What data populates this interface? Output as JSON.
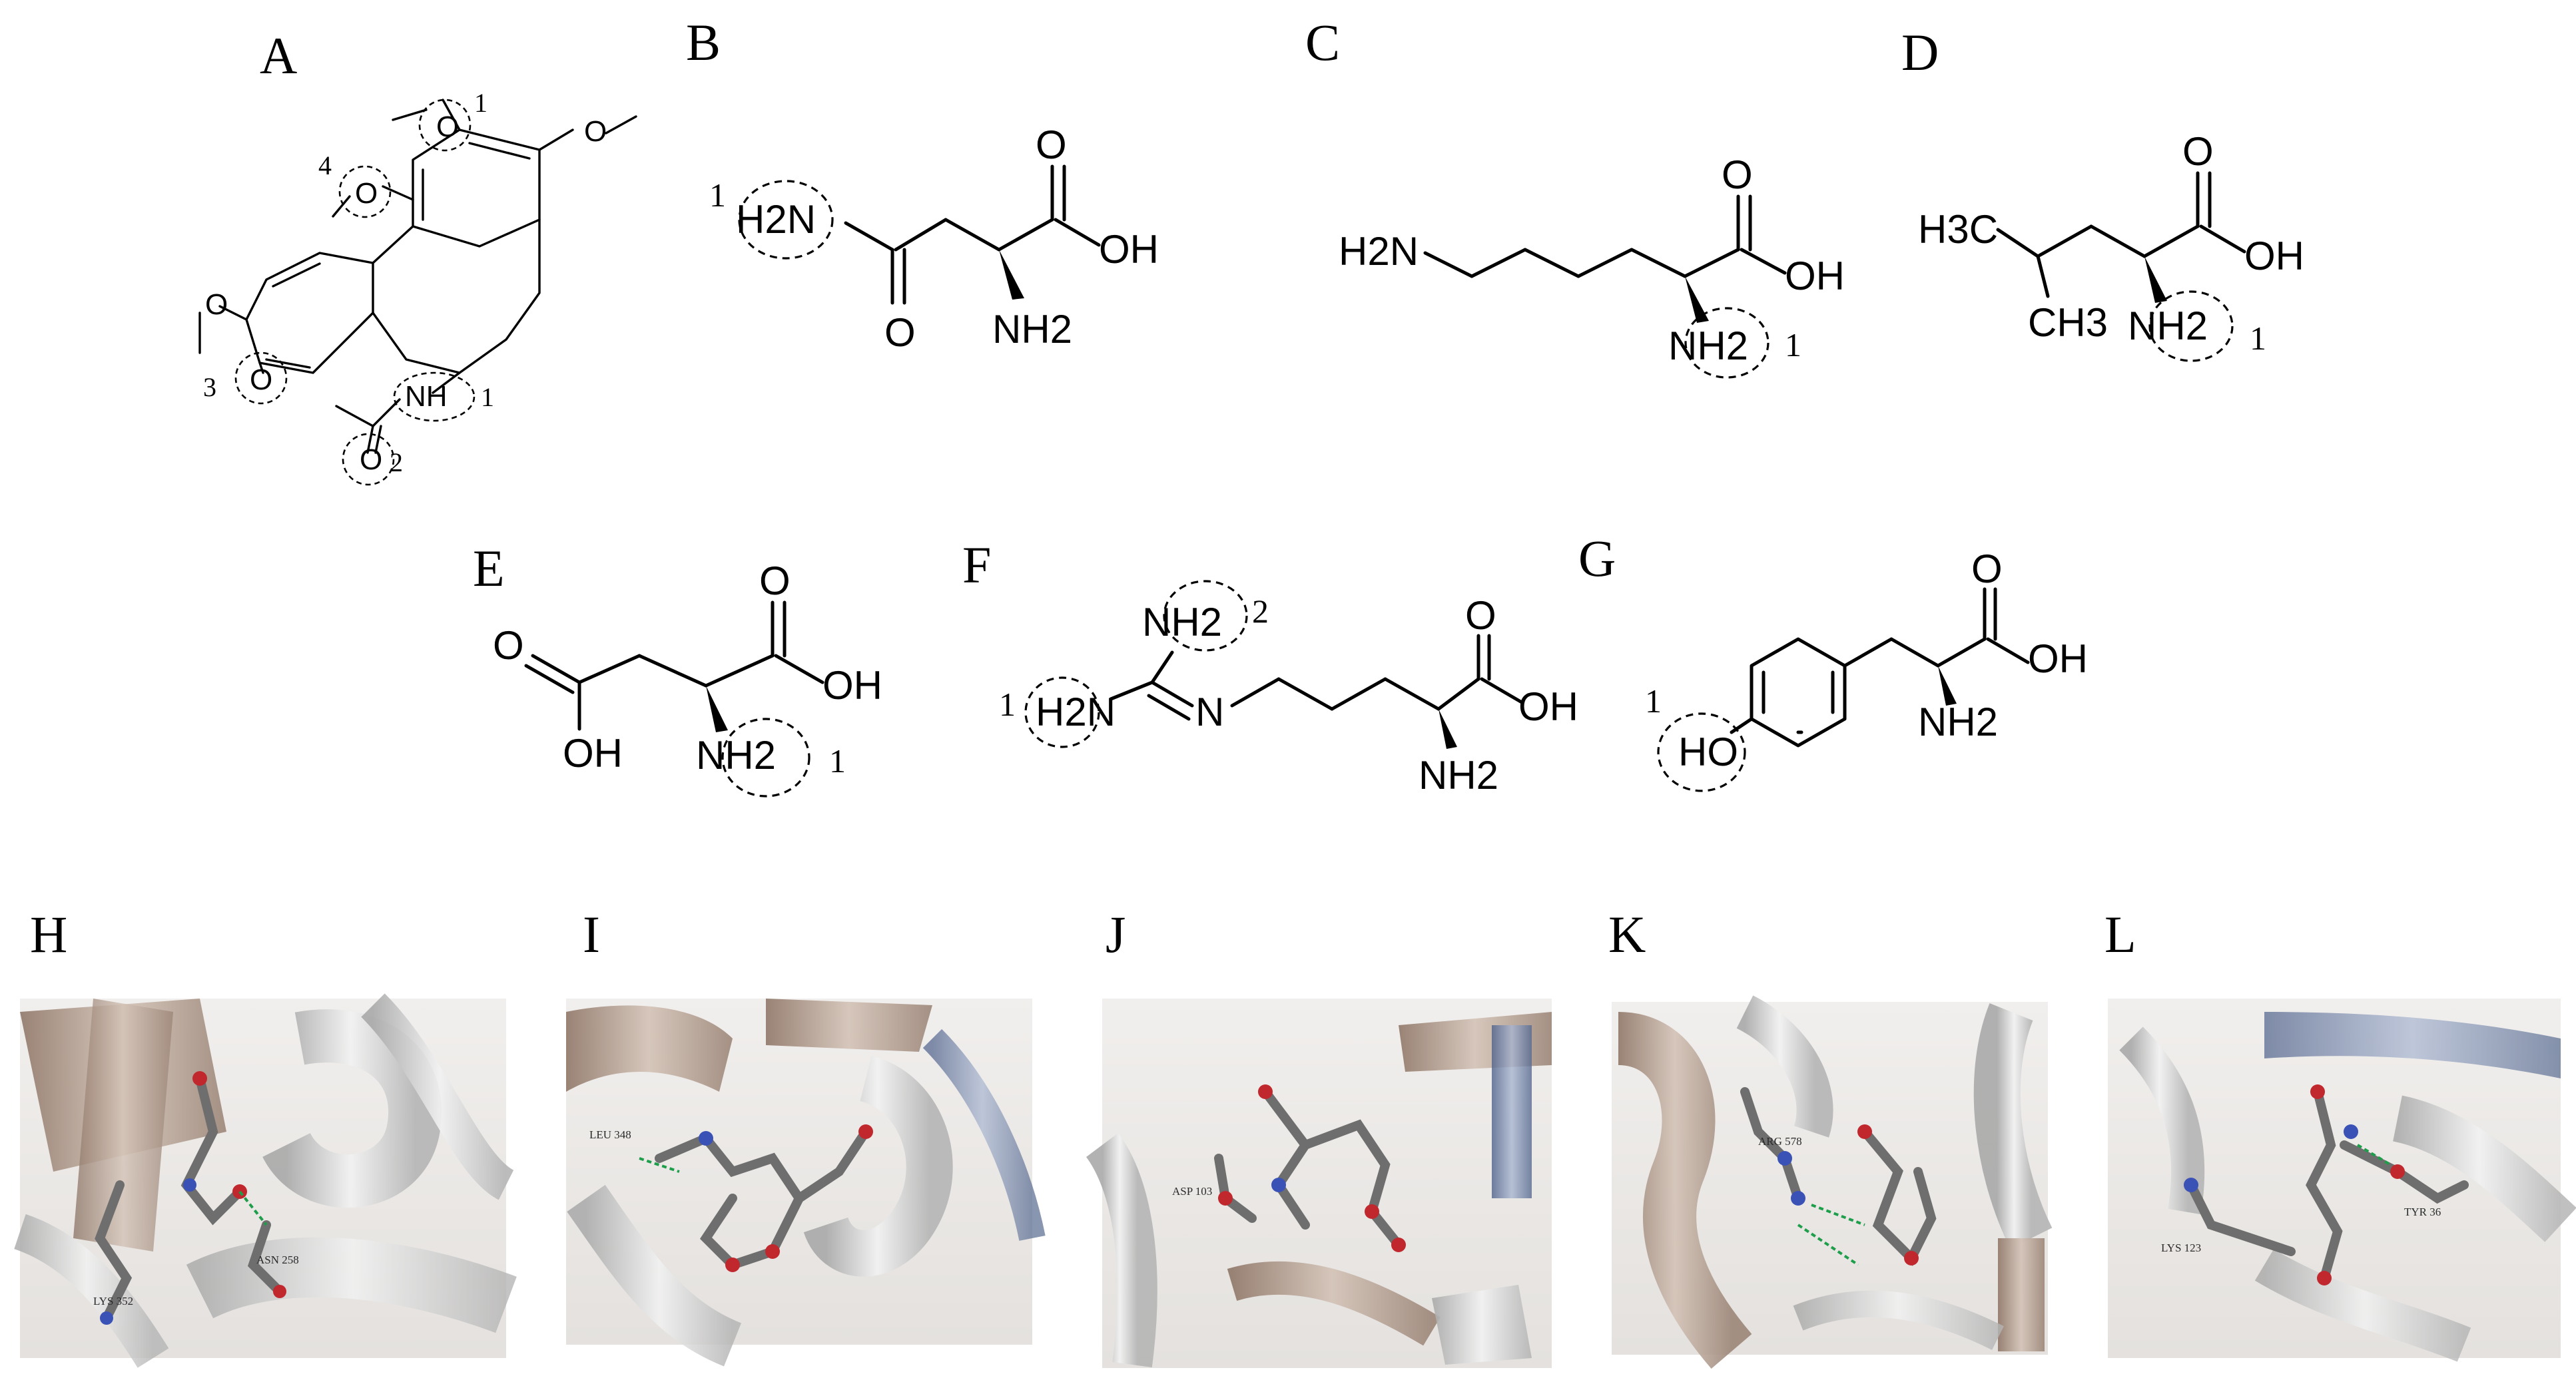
{
  "panels": {
    "A": {
      "label": "A",
      "atoms": {
        "o1": "O",
        "o4": "O",
        "o3": "O",
        "o2": "O",
        "nh": "NH"
      },
      "numbers": {
        "n1top": "1",
        "n4": "4",
        "n3": "3",
        "n1nh": "1",
        "n2": "2"
      }
    },
    "B": {
      "label": "B",
      "atoms": {
        "h2n": "H2N",
        "o_top": "O",
        "oh": "OH",
        "o_bottom": "O",
        "nh2": "NH2"
      },
      "numbers": {
        "n1": "1"
      }
    },
    "C": {
      "label": "C",
      "atoms": {
        "h2n": "H2N",
        "o_top": "O",
        "oh": "OH",
        "nh2": "NH2"
      },
      "numbers": {
        "n1": "1"
      }
    },
    "D": {
      "label": "D",
      "atoms": {
        "h3c": "H3C",
        "ch3": "CH3",
        "o_top": "O",
        "oh": "OH",
        "nh2": "NH2"
      },
      "numbers": {
        "n1": "1"
      }
    },
    "E": {
      "label": "E",
      "atoms": {
        "o_left": "O",
        "oh_left": "OH",
        "o_top": "O",
        "oh": "OH",
        "nh2": "NH2"
      },
      "numbers": {
        "n1": "1"
      }
    },
    "F": {
      "label": "F",
      "atoms": {
        "nh2_top": "NH2",
        "h2n": "H2N",
        "n": "N",
        "o_top": "O",
        "oh": "OH",
        "nh2": "NH2"
      },
      "numbers": {
        "n1": "1",
        "n2": "2"
      }
    },
    "G": {
      "label": "G",
      "atoms": {
        "ho": "HO",
        "o_top": "O",
        "oh": "OH",
        "nh2": "NH2"
      },
      "numbers": {
        "n1": "1"
      }
    },
    "H": {
      "label": "H",
      "residues": [
        "LYS 352",
        "ASN 258"
      ]
    },
    "I": {
      "label": "I",
      "residues": [
        "LEU 348"
      ]
    },
    "J": {
      "label": "J",
      "residues": [
        "ASP 103"
      ]
    },
    "K": {
      "label": "K",
      "residues": [
        "ARG 578"
      ]
    },
    "L": {
      "label": "L",
      "residues": [
        "LYS 123",
        "TYR 36"
      ]
    }
  },
  "colors": {
    "ribbon_tan": "#b8a497",
    "ribbon_grey": "#d9d9d9",
    "ribbon_blue": "#6f82a6",
    "carbon": "#6e6e6e",
    "oxygen": "#c0282d",
    "nitrogen": "#3a52b5",
    "hbond": "#1e9e4a"
  }
}
